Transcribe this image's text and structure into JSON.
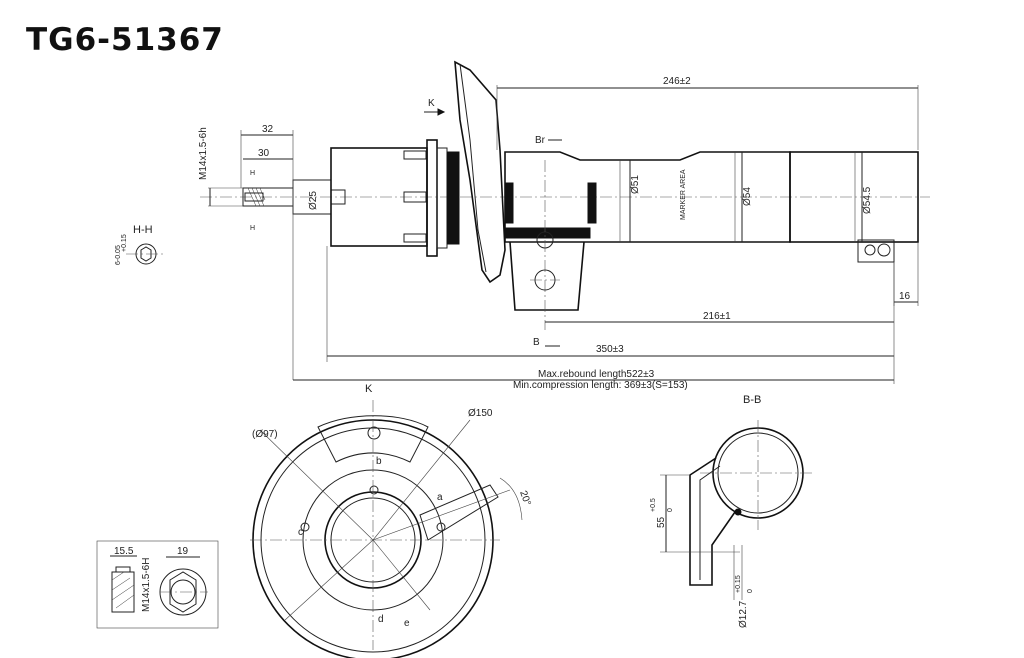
{
  "title": "TG6-51367",
  "dimensions": {
    "d246": "246±2",
    "d32": "32",
    "d30": "30",
    "thread_main": "M14x1.5-6h",
    "d25": "Ø25",
    "d51": "Ø51",
    "d54": "Ø54",
    "d545": "Ø54.5",
    "d16": "16",
    "d216": "216±1",
    "d350": "350±3",
    "max_rebound": "Max.rebound length522±3",
    "min_compression": "Min.compression length: 369±3(S=153)",
    "d150": "Ø150",
    "d97": "(Ø97)",
    "angle20": "20°",
    "d155": "15.5",
    "d19": "19",
    "thread_nut": "M14x1.5-6H",
    "d55": "55",
    "d55_tol_upper": "+0.5",
    "d55_tol_lower": "0",
    "d127": "Ø12.7",
    "d127_tol_upper": "+0.15",
    "d127_tol_lower": "0",
    "hh_dim_upper": "+0.15",
    "hh_dim_lower": "6-0.05"
  },
  "labels": {
    "k_top": "K",
    "br_top": "Br",
    "bl_bottom": "B",
    "h_top": "H",
    "h_bottom": "H",
    "hh": "H-H",
    "k_view": "K",
    "bb": "B-B",
    "marker": "MARKER AREA",
    "a": "a",
    "b": "b",
    "c": "c",
    "d": "d",
    "e": "e"
  }
}
